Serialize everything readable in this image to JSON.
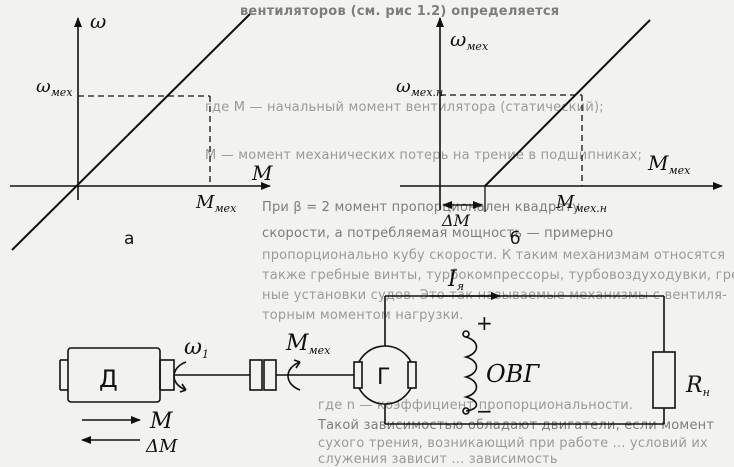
{
  "background_text": [
    "вентиляторов (см. рис 1.2) определяется",
    "где M — начальный момент вентилятора (статический);",
    "M — момент механических потерь на трение в подшипниках;",
    "При β = 2 момент пропорционален квадрату",
    "скорости, а потребляемая мощность — примерно",
    "пропорционально кубу скорости. К таким механизмам относятся",
    "также гребные винты, турбокомпрессоры, турбовоздуходувки, греб-",
    "ные установки судов. Это так называемые механизмы с вентиля-",
    "торным моментом нагрузки.",
    "где n — коэффициент пропорциональности.",
    "Такой зависимостью обладают двигатели, если момент",
    "сухого трения, возникающий при работе ... условий их",
    "служения зависит ... зависимость"
  ],
  "graph_a": {
    "y_axis": "ω",
    "mark_y": "ω",
    "mark_y_sub": "мех",
    "x_axis": "M",
    "mark_x": "M",
    "mark_x_sub": "мех",
    "caption": "а"
  },
  "graph_b": {
    "y_axis": "ω",
    "y_axis_sub": "мех",
    "mark_y": "ω",
    "mark_y_sub": "мех.н",
    "x_axis": "M",
    "x_axis_sub": "мех",
    "mark_x": "M",
    "mark_x_sub": "мех.н",
    "delta": "ΔM",
    "caption": "б"
  },
  "circuit": {
    "motor": "Д",
    "generator": "Г",
    "omega": "ω",
    "omega_sub": "1",
    "torque": "M",
    "torque_sub": "мех",
    "current": "I",
    "current_sub": "я",
    "field_winding": "ОВГ",
    "plus": "+",
    "minus": "−",
    "load": "R",
    "load_sub": "н",
    "arrow_m": "M",
    "arrow_dm": "ΔM"
  }
}
